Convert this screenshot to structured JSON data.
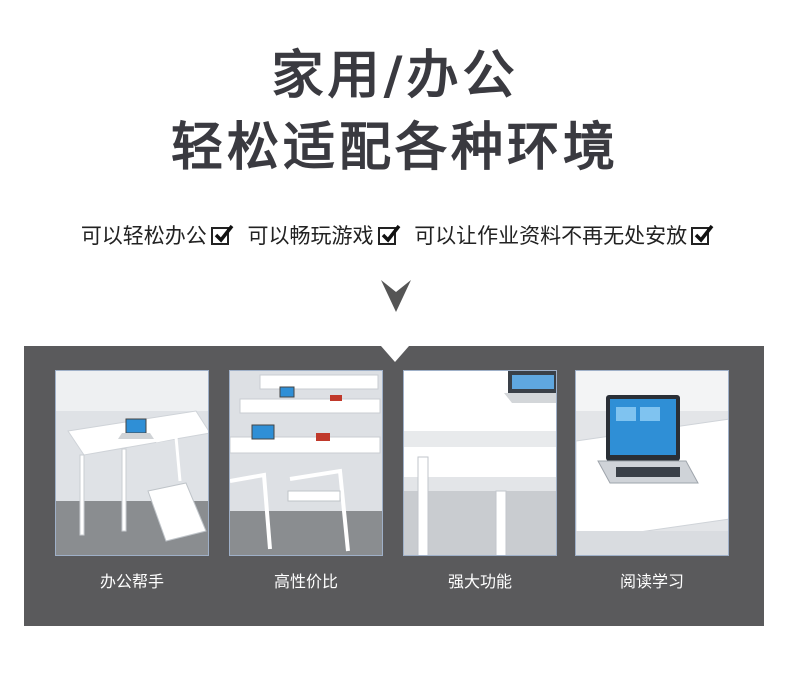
{
  "headline": {
    "line1": "家用/办公",
    "line2": "轻松适配各种环境"
  },
  "features": [
    {
      "text": "可以轻松办公"
    },
    {
      "text": "可以畅玩游戏"
    },
    {
      "text": "可以让作业资料不再无处安放"
    }
  ],
  "cards": [
    {
      "label": "办公帮手"
    },
    {
      "label": "高性价比"
    },
    {
      "label": "强大功能"
    },
    {
      "label": "阅读学习"
    }
  ],
  "colors": {
    "title": "#3a3a40",
    "panel": "#5a5a5c",
    "card_border": "#9fb0c8",
    "arrow": "#555555"
  },
  "icons": [
    "check-icon",
    "down-arrow-icon"
  ]
}
